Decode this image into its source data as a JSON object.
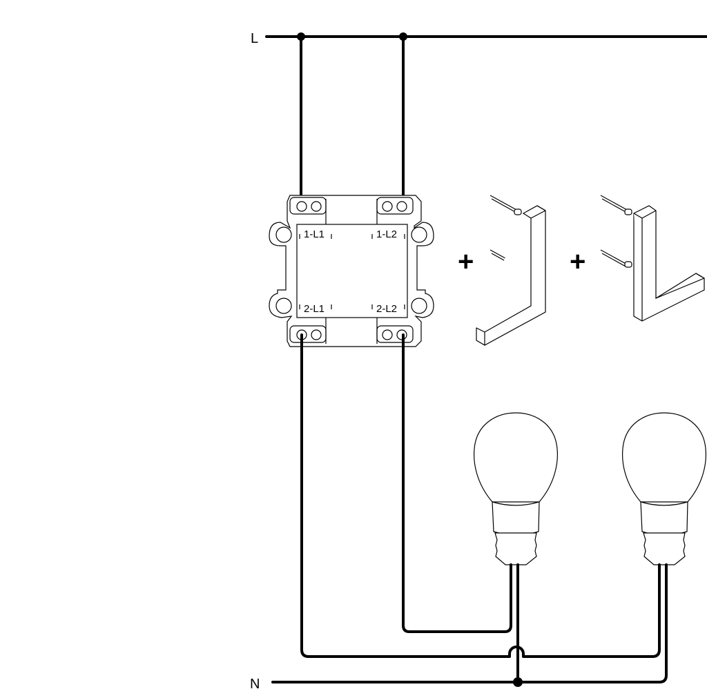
{
  "diagram": {
    "lines": {
      "live": "L",
      "neutral": "N"
    },
    "terminals": [
      "1-L1",
      "1-L2",
      "2-L1",
      "2-L2"
    ],
    "operators": {
      "plus": "+"
    },
    "components": [
      "switch-insert",
      "rocker-left",
      "rocker-right",
      "lamp-1",
      "lamp-2"
    ]
  }
}
